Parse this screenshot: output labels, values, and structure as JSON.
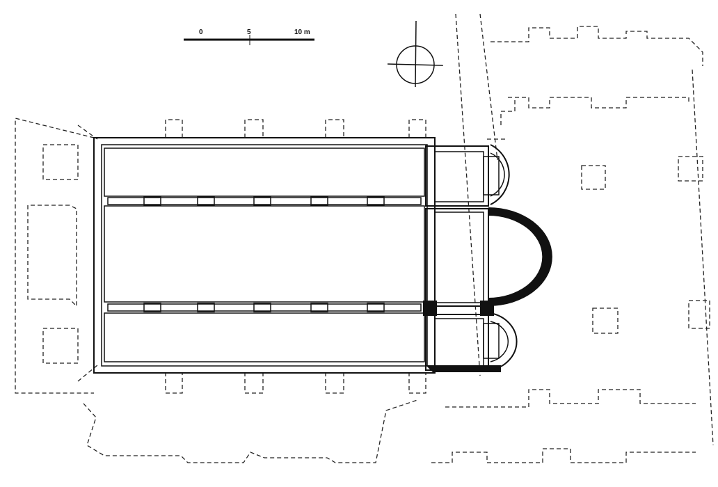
{
  "scale_bar": {
    "labels": [
      "0",
      "5",
      "10 m"
    ]
  },
  "north_arrow": {
    "icon": "north-arrow-icon"
  },
  "plan": {
    "type": "basilica floor plan",
    "colors": {
      "ink": "#111111",
      "paper": "#ffffff"
    }
  }
}
